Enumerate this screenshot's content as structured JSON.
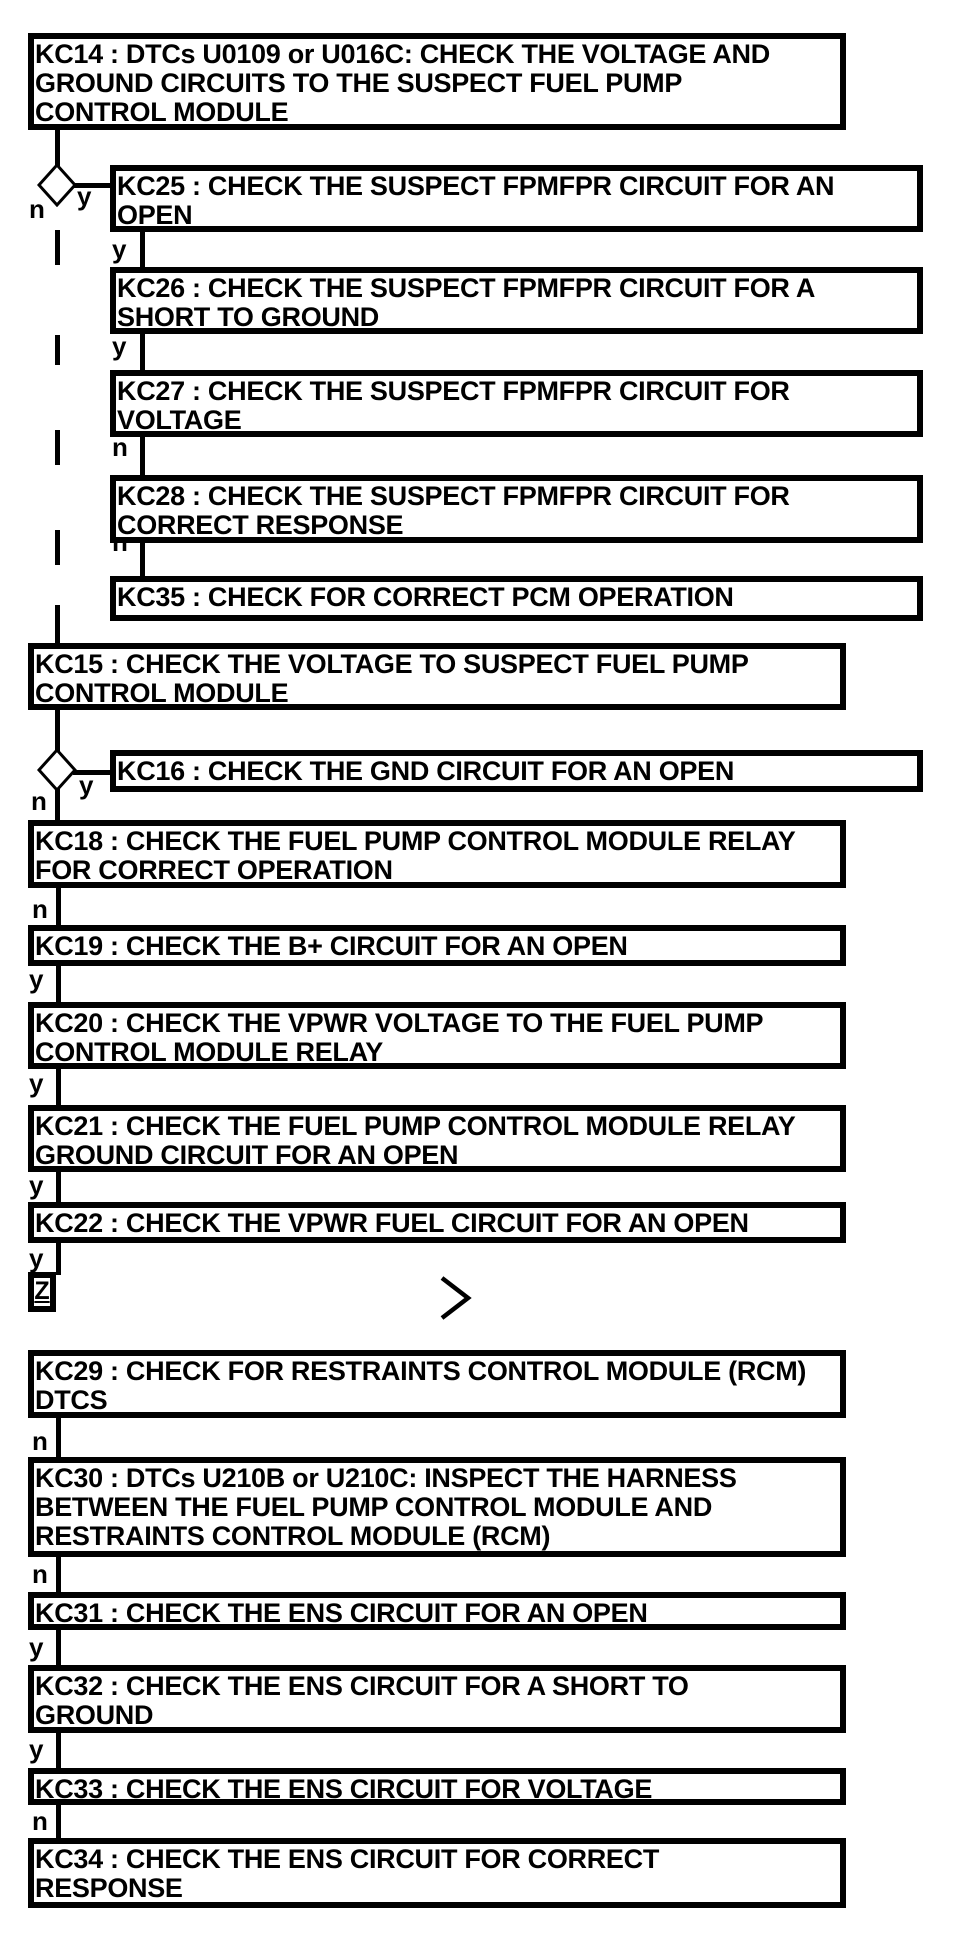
{
  "diagram": {
    "nodes": {
      "kc14": "KC14 : DTCs U0109 or U016C: CHECK THE VOLTAGE AND\nGROUND CIRCUITS TO THE SUSPECT FUEL PUMP\nCONTROL MODULE",
      "kc25": "KC25 : CHECK THE SUSPECT FPMFPR CIRCUIT FOR AN\nOPEN",
      "kc26": "KC26 : CHECK THE SUSPECT FPMFPR CIRCUIT FOR A\nSHORT TO GROUND",
      "kc27": "KC27 : CHECK THE SUSPECT FPMFPR CIRCUIT FOR\nVOLTAGE",
      "kc28": "KC28 : CHECK THE SUSPECT FPMFPR CIRCUIT FOR\nCORRECT RESPONSE",
      "kc35": "KC35 : CHECK FOR CORRECT PCM OPERATION",
      "kc15": "KC15 : CHECK THE VOLTAGE TO SUSPECT FUEL PUMP\nCONTROL MODULE",
      "kc16": "KC16 : CHECK THE GND CIRCUIT FOR AN OPEN",
      "kc18": "KC18 : CHECK THE FUEL PUMP CONTROL MODULE RELAY\nFOR CORRECT OPERATION",
      "kc19": "KC19 : CHECK THE B+ CIRCUIT FOR AN OPEN",
      "kc20": "KC20 : CHECK THE VPWR VOLTAGE TO THE FUEL PUMP\nCONTROL MODULE RELAY",
      "kc21": "KC21 : CHECK THE FUEL PUMP CONTROL MODULE RELAY\nGROUND CIRCUIT FOR AN OPEN",
      "kc22": "KC22 : CHECK THE VPWR FUEL CIRCUIT FOR AN OPEN",
      "kc29": "KC29 : CHECK FOR RESTRAINTS CONTROL MODULE (RCM)\nDTCS",
      "kc30": "KC30 : DTCs U210B or U210C: INSPECT THE HARNESS\nBETWEEN THE FUEL PUMP CONTROL MODULE AND\nRESTRAINTS CONTROL MODULE (RCM)",
      "kc31": "KC31 : CHECK THE ENS CIRCUIT FOR AN OPEN",
      "kc32": "KC32 : CHECK THE ENS CIRCUIT FOR A SHORT TO\nGROUND",
      "kc33": "KC33 : CHECK THE ENS CIRCUIT FOR VOLTAGE",
      "kc34": "KC34 : CHECK THE ENS CIRCUIT FOR CORRECT\nRESPONSE"
    },
    "branch_labels": {
      "d1_yes": "y",
      "d1_no": "n",
      "kc25_kc26": "y",
      "kc26_kc27": "y",
      "kc27_kc28": "n",
      "kc28_kc35": "n",
      "d2_yes": "y",
      "d2_no": "n",
      "kc18_kc19": "n",
      "kc19_kc20": "y",
      "kc20_kc21": "y",
      "kc21_kc22": "y",
      "kc22_z": "y",
      "kc29_kc30": "n",
      "kc30_kc31": "n",
      "kc31_kc32": "y",
      "kc32_kc33": "y",
      "kc33_kc34": "n"
    },
    "offpage_connector": "Z",
    "colors": {
      "ink": "#000000",
      "background": "#ffffff"
    }
  }
}
